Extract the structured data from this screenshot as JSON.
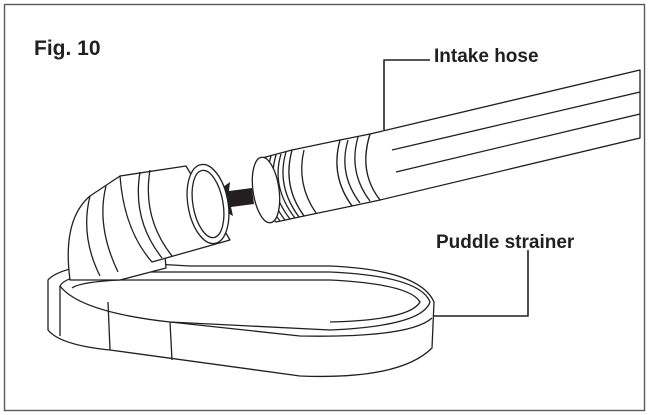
{
  "figure": {
    "label": "Fig. 10",
    "callouts": {
      "intake_hose": "Intake hose",
      "puddle_strainer": "Puddle strainer"
    },
    "colors": {
      "ink": "#231f20",
      "background": "#ffffff",
      "frame": "#595959"
    },
    "icons": {
      "direction_arrow": "arrow-left-icon"
    }
  }
}
